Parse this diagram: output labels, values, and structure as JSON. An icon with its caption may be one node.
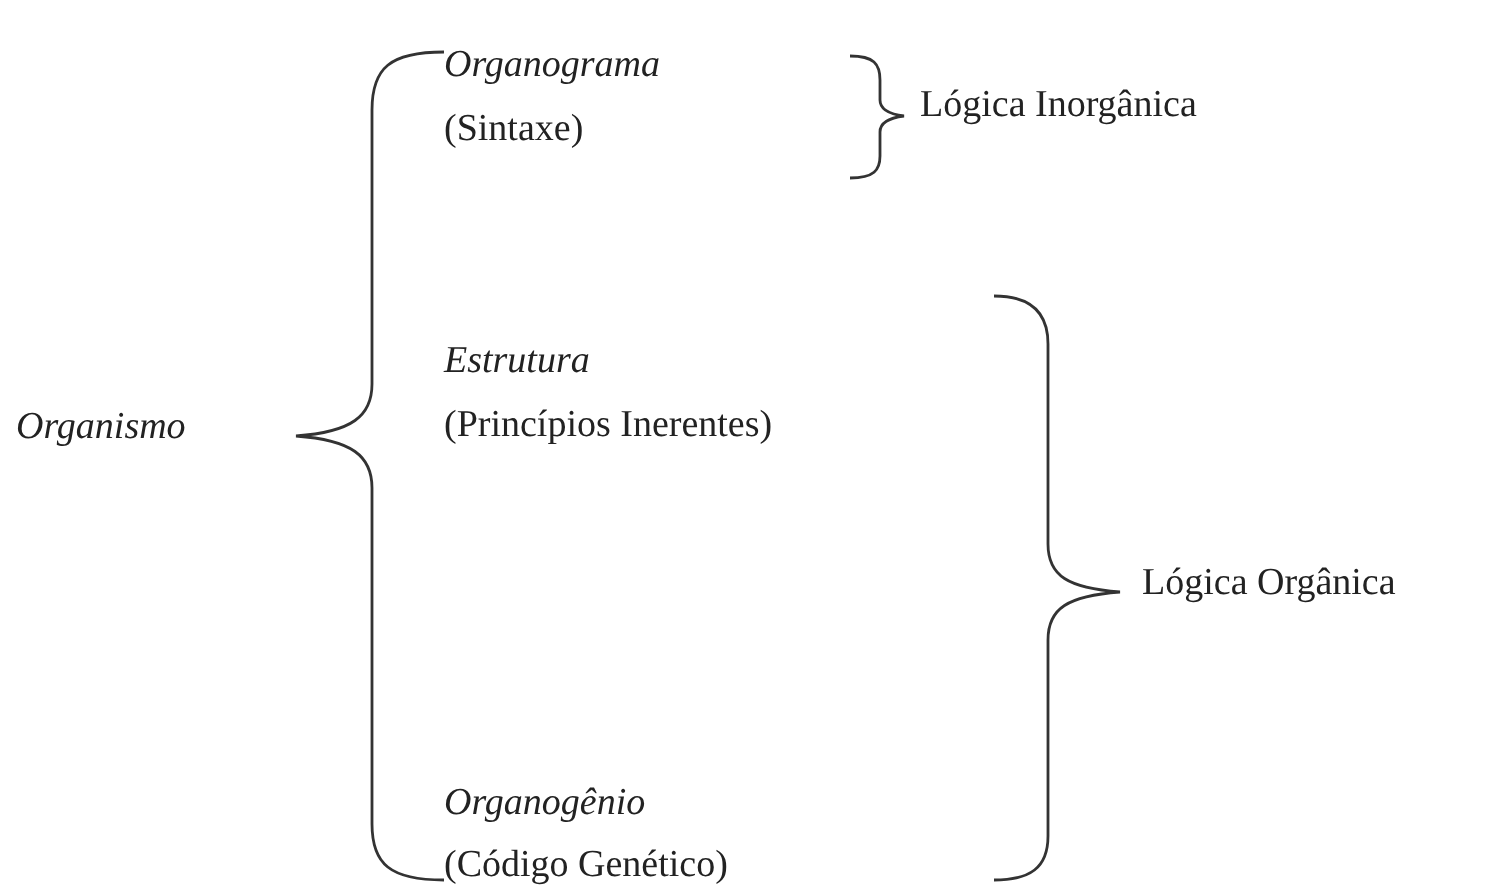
{
  "diagram": {
    "labels": [
      "Organograma",
      "(Sintaxe)",
      "Lógica Inorgânica",
      "Organismo",
      "Estrutura",
      "(Princípios Inerentes)",
      "Lógica Orgânica",
      "Organogênio",
      "(Código Genético)"
    ]
  }
}
